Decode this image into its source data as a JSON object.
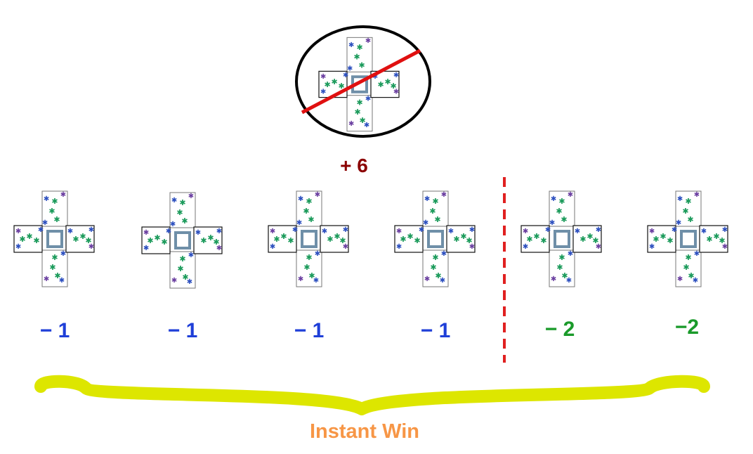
{
  "excluded_candidate": {
    "score": "+ 6"
  },
  "candidates": [
    {
      "score": "− 1"
    },
    {
      "score": "− 1"
    },
    {
      "score": "− 1"
    },
    {
      "score": "− 1"
    },
    {
      "score": "− 2"
    },
    {
      "score": "−2"
    }
  ],
  "group_label": "Instant Win",
  "colors": {
    "excluded_score": "#8b0000",
    "negative_one": "#1f3fd8",
    "negative_two": "#1a9a2a",
    "group_label": "#f79646",
    "brace": "#dde600",
    "divider": "#e02020",
    "strike": "#e01010",
    "ring": "#000000",
    "tile_outline": "#111111",
    "star_green": "#1a9a5a",
    "star_blue": "#2c4fbf",
    "star_purple": "#6a3ea0",
    "center_link": "#6f8fa8"
  },
  "icons": {
    "candidate": "cross-tile-icon",
    "excluded": "no-symbol-icon"
  }
}
